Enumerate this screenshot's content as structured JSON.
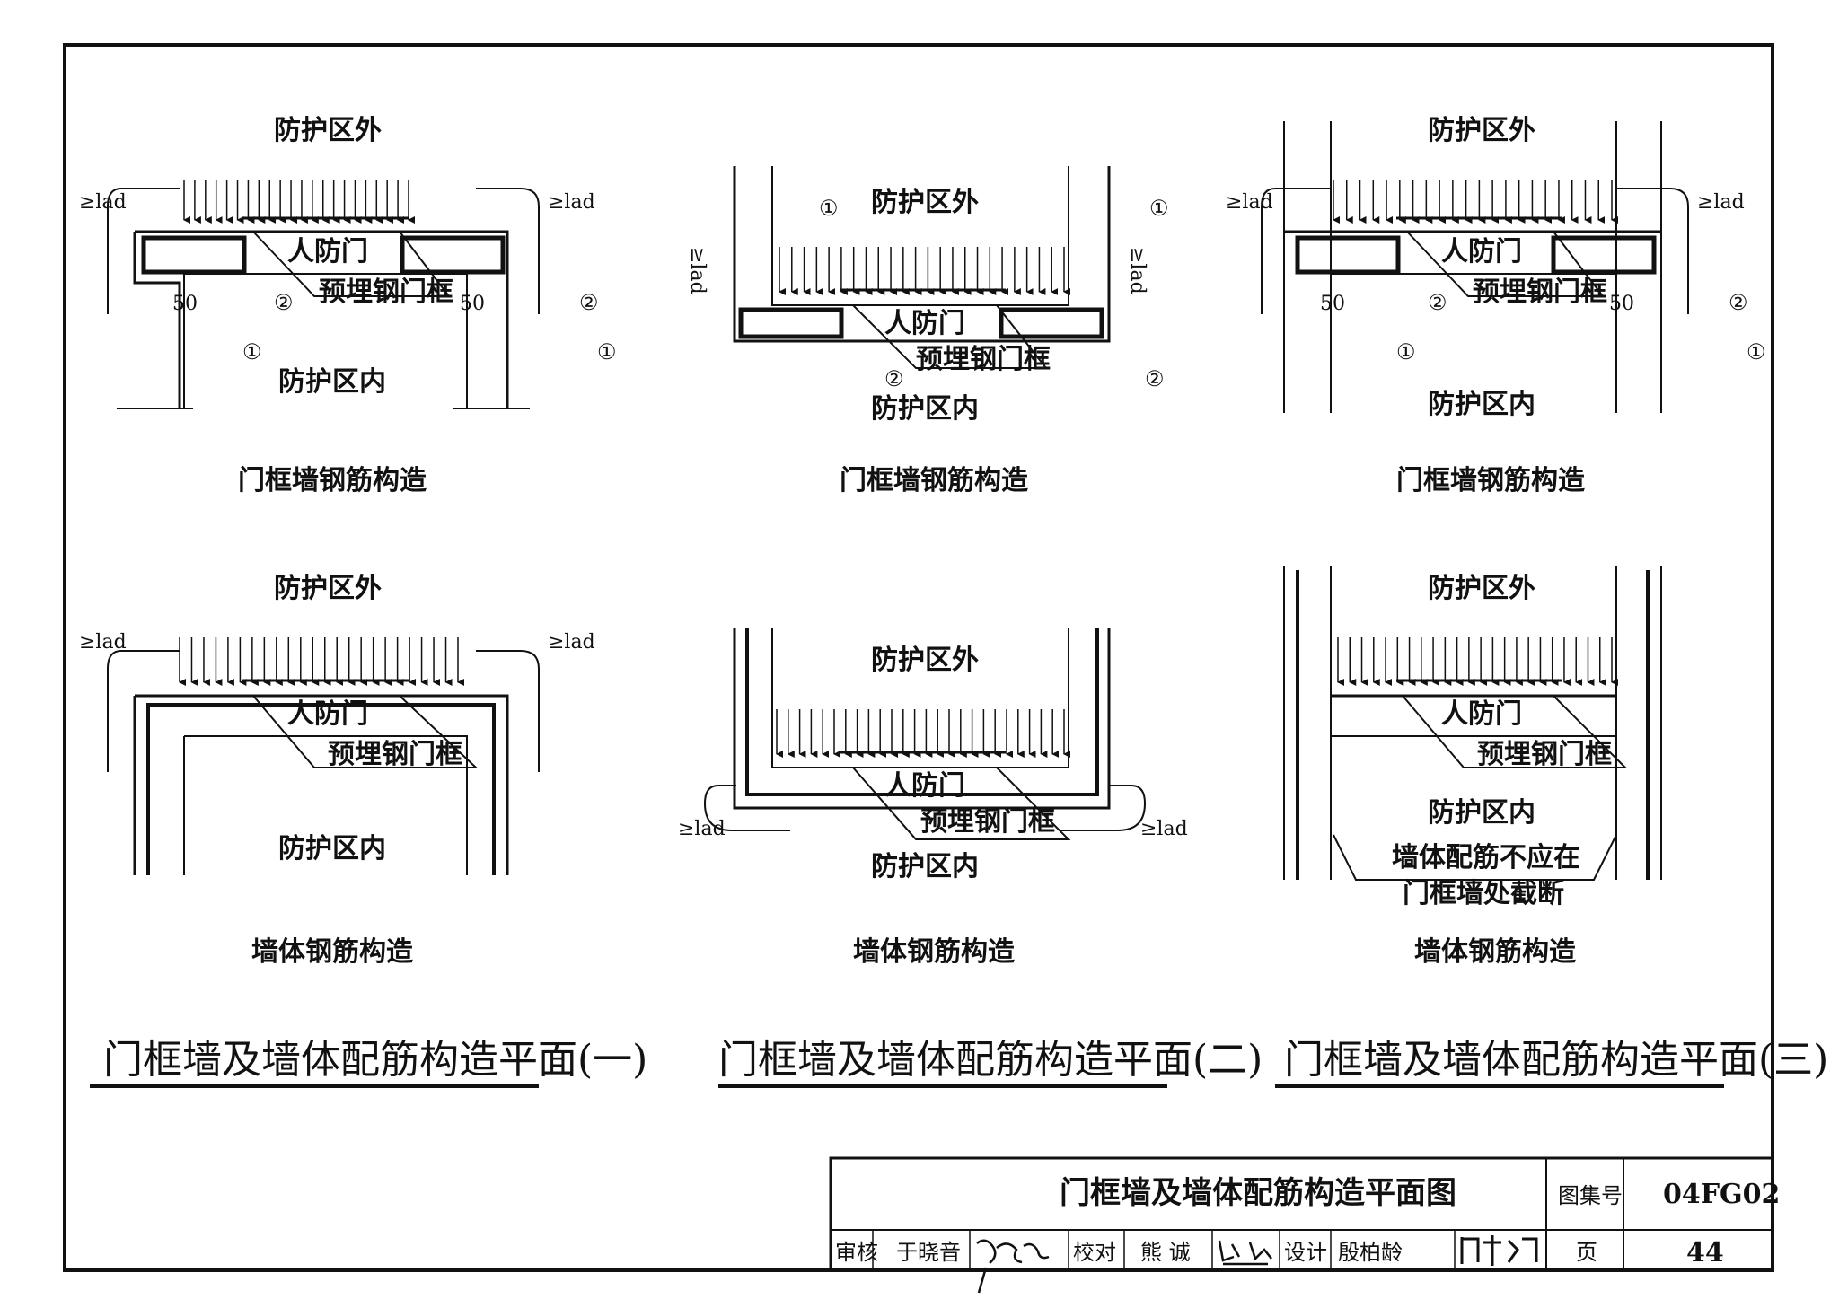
{
  "labels": {
    "outside": "防护区外",
    "inside": "防护区内",
    "door": "人防门",
    "frame": "预埋钢门框",
    "lad": "≥lad",
    "dim50": "50",
    "mark1": "①",
    "mark2": "②",
    "note_line1": "墙体配筋不应在",
    "note_line2": "门框墙处截断"
  },
  "captions": {
    "frame_wall": "门框墙钢筋构造",
    "wall": "墙体钢筋构造"
  },
  "sections": [
    "门框墙及墙体配筋构造平面(一)",
    "门框墙及墙体配筋构造平面(二)",
    "门框墙及墙体配筋构造平面(三)"
  ],
  "title_block": {
    "title": "门框墙及墙体配筋构造平面图",
    "atlas_label": "图集号",
    "atlas_no": "04FG02",
    "review_label": "审核",
    "reviewer": "于晓音",
    "check_label": "校对",
    "checker": "熊 诚",
    "design_label": "设计",
    "designer": "殷柏龄",
    "page_label": "页",
    "page_no": "44"
  }
}
